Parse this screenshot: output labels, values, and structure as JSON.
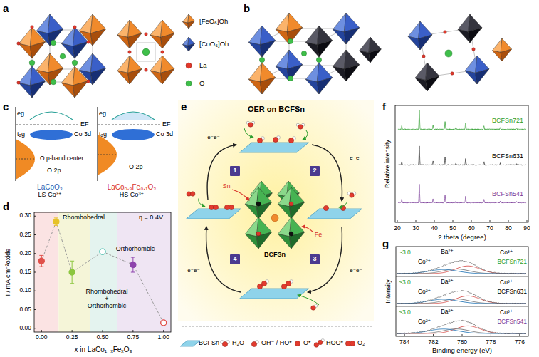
{
  "diagram": {
    "nodes": [
      {
        "text": [
          "1"
        ]
      },
      {
        "text": [
          "2"
        ]
      },
      {
        "text": [
          "3"
        ]
      },
      {
        "text": [
          "4"
        ]
      }
    ],
    "labels": [
      "a",
      "b",
      "c",
      "d",
      "e",
      "f",
      "g",
      "eg",
      "EF",
      "Co 3d",
      "t₂g",
      "O p-band center",
      "O 2p",
      "LaCoO₃",
      "LS Co³⁺",
      "eg",
      "EF",
      "Co 3d",
      "t₂g",
      "O 2p",
      "LaCo₀.₉Fe₀.₁O₃",
      "HS Co³⁺",
      "I / mA cm⁻²oxide",
      "x in LaCo₁₋ₓFeₓO₃",
      "η = 0.4V",
      "Rhombohedral",
      "Rhombohedral + Orthorhombic",
      "Orthorhombic",
      "0.00",
      "0.05",
      "0.10",
      "0.15",
      "0.20",
      "0.25",
      "0.30",
      "0.00",
      "0.25",
      "0.50",
      "0.75",
      "1.00",
      "OER on BCFSn",
      "Sn",
      "Fe",
      "BCFSn",
      "e⁻e⁻",
      "e⁻e⁻",
      "e⁻e⁻",
      "e⁻e⁻",
      "Relative intensity",
      "2 theta (degree)",
      "20",
      "30",
      "40",
      "50",
      "60",
      "70",
      "80",
      "90",
      "BCFSn721",
      "BCFSn631",
      "BCFSn541",
      "Intensity",
      "Binding energy (eV)",
      "784",
      "782",
      "780",
      "778",
      "776",
      "~3.0",
      "Ba²⁺",
      "Co³⁺",
      "Co²⁺",
      "BCFSn721",
      "~3.0",
      "Ba²⁺",
      "Co³⁺",
      "Co²⁺",
      "BCFSn631",
      "~3.0",
      "Ba²⁺",
      "Co³⁺",
      "Co²⁺",
      "BCFSn541"
    ],
    "legend": [
      {
        "text": "[FeO₆]Oh"
      },
      {
        "text": "[CoO₆]Oh"
      },
      {
        "text": "La"
      },
      {
        "text": "O"
      },
      {
        "text": "BCFSn"
      },
      {
        "text": "H₂O"
      },
      {
        "text": "OH⁻ / HO*"
      },
      {
        "text": "O*"
      },
      {
        "text": "HOO*"
      },
      {
        "text": "O₂"
      }
    ]
  }
}
